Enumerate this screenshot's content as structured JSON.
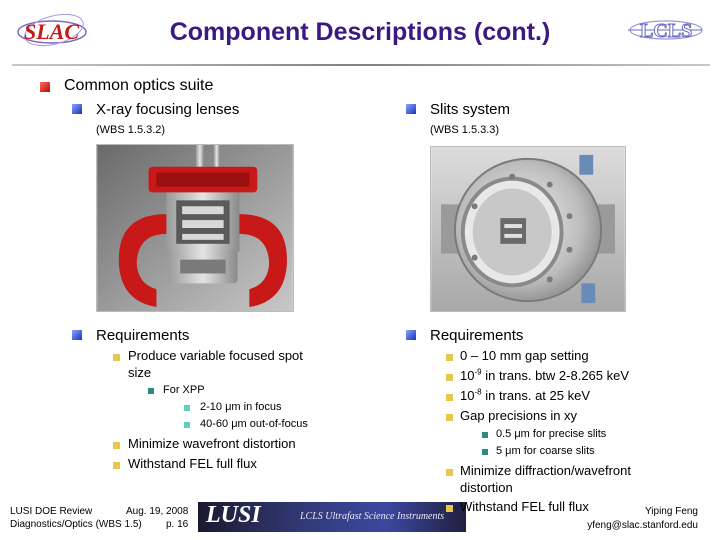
{
  "header": {
    "title": "Component Descriptions (cont.)",
    "left_logo_icon": "slac-logo-icon",
    "right_logo_icon": "lcls-logo-icon"
  },
  "section": {
    "title": "Common optics suite"
  },
  "left": {
    "heading": "X-ray focusing lenses",
    "wbs": "(WBS 1.5.3.2)",
    "image_icon": "focusing-lens-chamber-image",
    "req_title": "Requirements",
    "items": [
      "Produce variable focused spot",
      "size"
    ],
    "sub_item": "For XPP",
    "sub_sub_items": [
      "2-10 μm in focus",
      "40-60 μm out-of-focus"
    ],
    "items_after": [
      "Minimize wavefront distortion",
      "Withstand FEL full flux"
    ]
  },
  "right": {
    "heading": "Slits system",
    "wbs": "(WBS 1.5.3.3)",
    "image_icon": "slits-chamber-image",
    "req_title": "Requirements",
    "items": [
      "0 – 10 mm gap setting",
      "in trans. btw 2-8.265 keV",
      "in trans. at 25 keV",
      "Gap precisions in xy"
    ],
    "trans_base": "10",
    "exp1": "-9",
    "exp2": "-8",
    "sub_items": [
      "0.5 μm for precise slits",
      "5 μm for coarse slits"
    ],
    "items_after": [
      "Minimize diffraction/wavefront",
      "distortion",
      "Withstand FEL full flux"
    ]
  },
  "footer": {
    "line1_left": "LUSI DOE Review",
    "line1_date": "Aug. 19, 2008",
    "line2_left": "Diagnostics/Optics (WBS 1.5)",
    "line2_page": "p. 16",
    "banner_word": "LUSI",
    "banner_tagline": "LCLS Ultrafast Science Instruments",
    "author": "Yiping Feng",
    "email": "yfeng@slac.stanford.edu"
  },
  "colors": {
    "title": "#3a1a82",
    "flange_red": "#c81818",
    "bullet_blue": "#1a32b8",
    "bullet_yellow": "#e8c650"
  }
}
